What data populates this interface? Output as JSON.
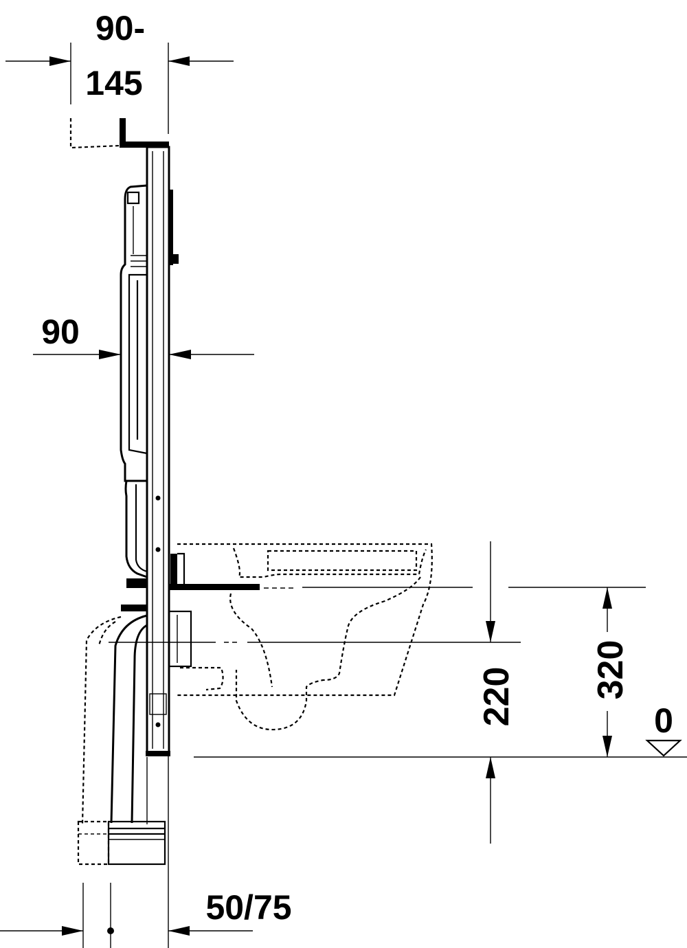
{
  "dimensions": {
    "top_width_line1": "90-",
    "top_width_line2": "145",
    "depth": "90",
    "waste_height": "220",
    "flush_height": "320",
    "floor_level": "0",
    "pipe_diameter": "50/75"
  }
}
